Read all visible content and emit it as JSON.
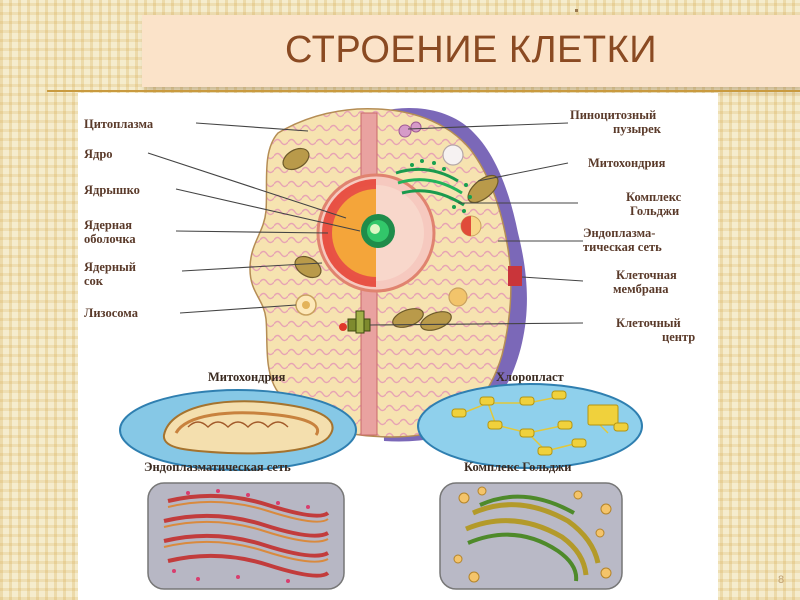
{
  "slide": {
    "title": "СТРОЕНИЕ КЛЕТКИ",
    "page_number": "8"
  },
  "figure": {
    "left_labels": [
      "Цитоплазма",
      "Ядро",
      "Ядрышко",
      "Ядерная",
      "оболочка",
      "Ядерный",
      "сок",
      "Лизосома"
    ],
    "right_labels": [
      "Пиноцитозный",
      "пузырек",
      "Митохондрия",
      "Комплекс",
      "Гольджи",
      "Эндоплазма-",
      "тическая сеть",
      "Клеточная",
      "мембрана",
      "Клеточный",
      "центр"
    ],
    "panels": [
      "Митохондрия",
      "Хлоропласт",
      "Эндоплазматическая сеть",
      "Комплекс Гольджи"
    ]
  }
}
